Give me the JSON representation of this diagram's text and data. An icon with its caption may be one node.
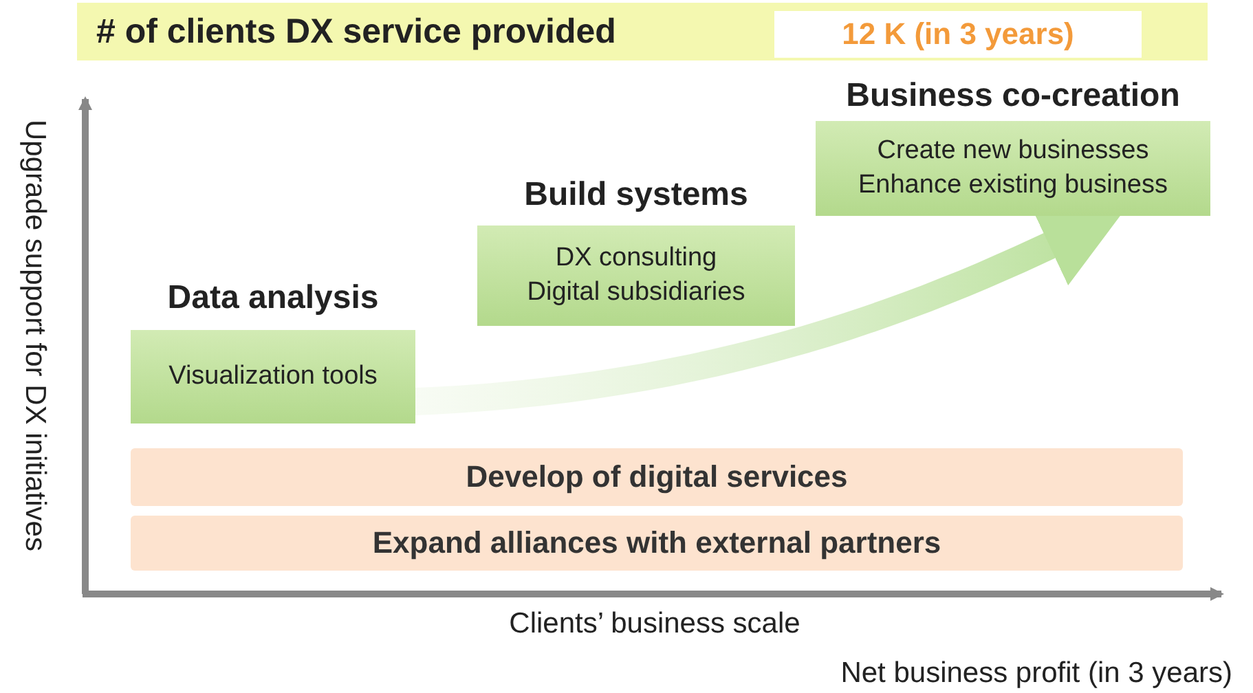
{
  "diagram": {
    "nodes": [
      {
        "text": [
          "# of clients DX service provided"
        ]
      },
      {
        "text": [
          "12 K (in 3 years)"
        ],
        "in": 0
      },
      {
        "text": [
          "Data analysis",
          "Visualization tools"
        ]
      },
      {
        "text": [
          "Build systems",
          "DX consulting Digital subsidiaries"
        ]
      },
      {
        "text": [
          "Business co-creation",
          "Create new businesses Enhance existing business"
        ]
      },
      {
        "text": [
          "Develop of digital services"
        ]
      },
      {
        "text": [
          "Expand alliances with external partners"
        ]
      }
    ],
    "edges": [
      {
        "from": 2,
        "to": 4,
        "arrow": "to",
        "style": "thick"
      }
    ],
    "labels": [
      "Upgrade support for DX initiatives",
      "Clients’ business scale",
      "Net business profit (in 3 years)"
    ]
  }
}
